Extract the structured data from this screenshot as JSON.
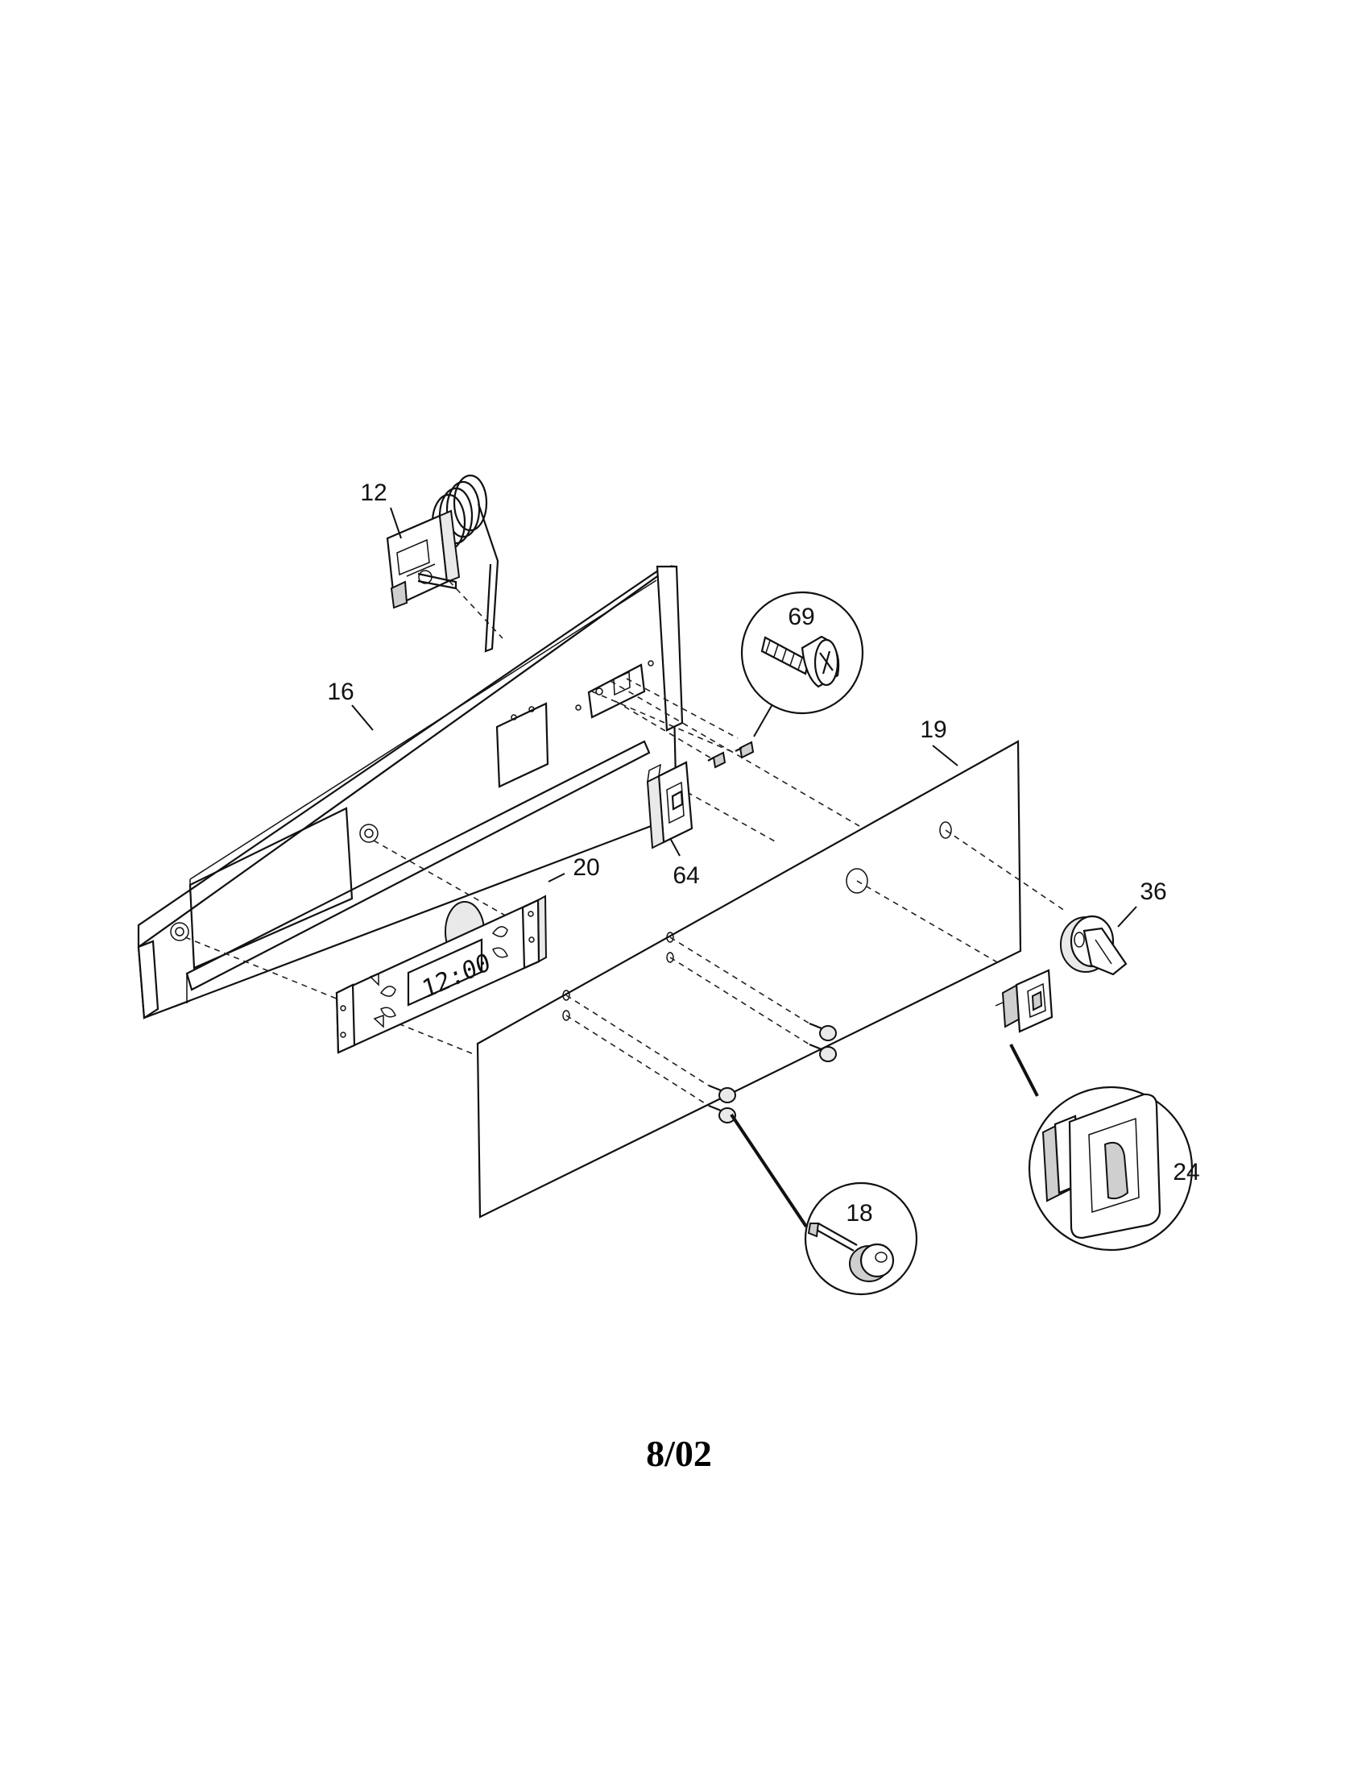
{
  "diagram": {
    "clock_display": "12:00",
    "callouts": {
      "c12": "12",
      "c16": "16",
      "c18": "18",
      "c19": "19",
      "c20": "20",
      "c24": "24",
      "c36": "36",
      "c64": "64",
      "c69": "69"
    }
  },
  "footer": {
    "date": "8/02"
  }
}
